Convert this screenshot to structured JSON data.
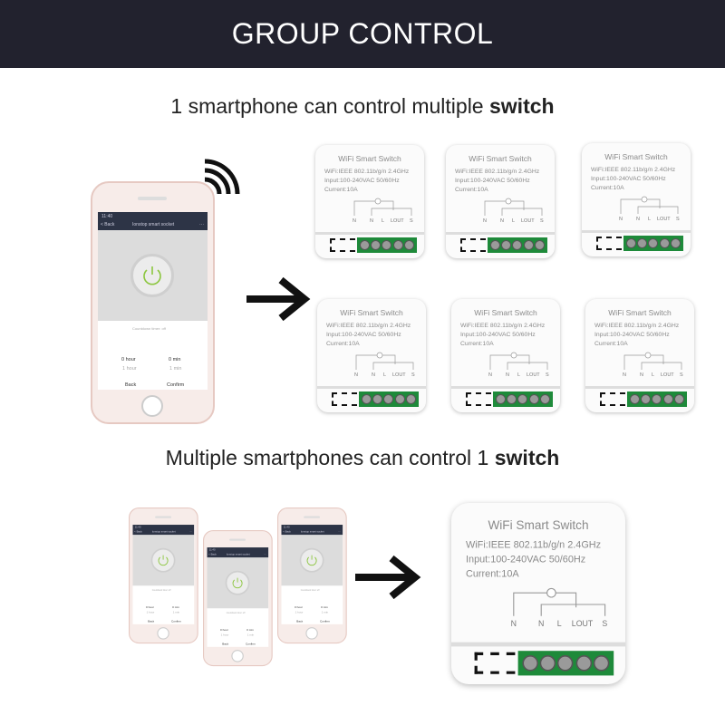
{
  "header": {
    "title": "GROUP CONTROL"
  },
  "section1": {
    "text": "1 smartphone can control multiple ",
    "bold": "switch"
  },
  "section2": {
    "text": "Multiple smartphones can control 1 ",
    "bold": "switch"
  },
  "switch": {
    "title": "WiFi Smart Switch",
    "wifi": "WiFi:IEEE 802.11b/g/n 2.4GHz",
    "input": "Input:100-240VAC 50/60Hz",
    "current": "Current:10A",
    "terminals": [
      "N",
      "N",
      "L",
      "LOUT",
      "S"
    ],
    "terminal_color": "#1e8a3a"
  },
  "phone": {
    "time": "11:40",
    "back": "< Back",
    "app_title": "Ionstop smart socket",
    "menu": "···",
    "countdown": "Countdown timer: off",
    "hour": "0 hour",
    "min": "0 min",
    "hour_next": "1 hour",
    "min_next": "1 min",
    "back_btn": "Back",
    "confirm_btn": "Confirm",
    "power_color": "#8cc63f"
  },
  "colors": {
    "header_bg": "#22222e"
  }
}
